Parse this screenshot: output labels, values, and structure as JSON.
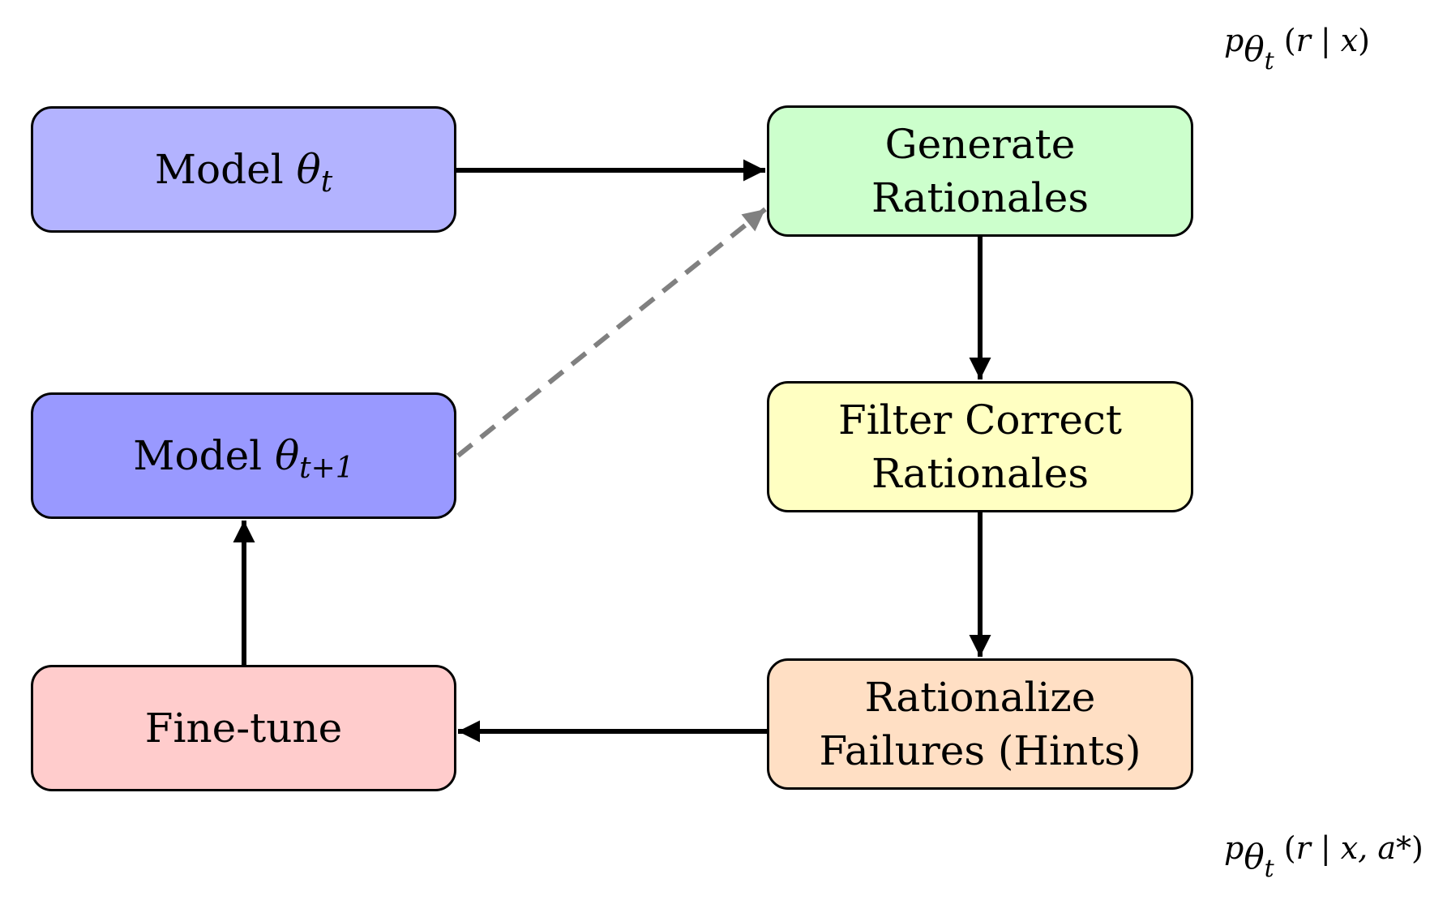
{
  "nodes": {
    "model_t": {
      "label": "Model",
      "symbol": "θ",
      "subscript": "t",
      "color": "#b3b3ff"
    },
    "model_t1": {
      "label": "Model",
      "symbol": "θ",
      "subscript": "t+1",
      "color": "#9999ff"
    },
    "generate": {
      "line1": "Generate",
      "line2": "Rationales",
      "color": "#ccffcc"
    },
    "filter": {
      "line1": "Filter Correct",
      "line2": "Rationales",
      "color": "#ffffc2"
    },
    "rationalize": {
      "line1": "Rationalize",
      "line2": "Failures (Hints)",
      "color": "#ffdfc4"
    },
    "fine_tune": {
      "label": "Fine-tune",
      "color": "#ffcccc"
    }
  },
  "formulas": {
    "top": {
      "p": "p",
      "theta": "θ",
      "sub": "t",
      "open": "(",
      "args": "r | x",
      "close": ")"
    },
    "bottom": {
      "p": "p",
      "theta": "θ",
      "sub": "t",
      "open": "(",
      "args": "r | x, a*",
      "close": ")"
    }
  },
  "edges": [
    {
      "from": "Model θt",
      "to": "Generate Rationales",
      "style": "solid"
    },
    {
      "from": "Generate Rationales",
      "to": "Filter Correct Rationales",
      "style": "solid"
    },
    {
      "from": "Filter Correct Rationales",
      "to": "Rationalize Failures (Hints)",
      "style": "solid"
    },
    {
      "from": "Rationalize Failures (Hints)",
      "to": "Fine-tune",
      "style": "solid"
    },
    {
      "from": "Fine-tune",
      "to": "Model θt+1",
      "style": "solid"
    },
    {
      "from": "Model θt+1",
      "to": "Generate Rationales",
      "style": "dashed"
    }
  ],
  "colors": {
    "edge": "#000000",
    "dashed_edge": "#808080",
    "border": "#000000"
  }
}
